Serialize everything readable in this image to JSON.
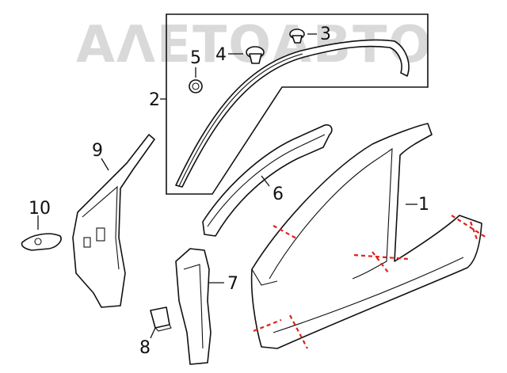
{
  "watermark": {
    "text": "ΑΛΕΤΟΑΒΤΟ",
    "color": "#d9d9d9"
  },
  "cut_line_color": "#e0201c",
  "callouts": [
    {
      "id": "1",
      "label": "1"
    },
    {
      "id": "2",
      "label": "2"
    },
    {
      "id": "3",
      "label": "3"
    },
    {
      "id": "4",
      "label": "4"
    },
    {
      "id": "5",
      "label": "5"
    },
    {
      "id": "6",
      "label": "6"
    },
    {
      "id": "7",
      "label": "7"
    },
    {
      "id": "8",
      "label": "8"
    },
    {
      "id": "9",
      "label": "9"
    },
    {
      "id": "10",
      "label": "10"
    }
  ]
}
